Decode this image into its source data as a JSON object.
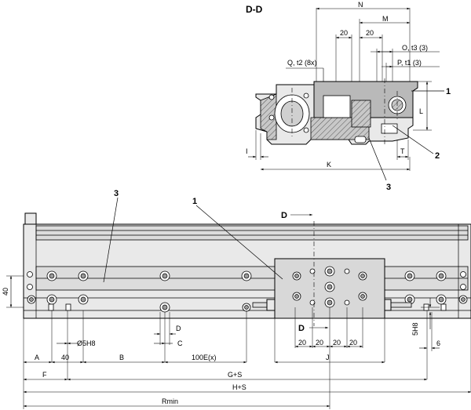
{
  "section": {
    "title": "D-D",
    "dims": {
      "N": "N",
      "M": "M",
      "twenty_a": "20",
      "twenty_b": "20",
      "O_t3": "O, t3 (3)",
      "P_t1": "P, t1 (3)",
      "Q_t2": "Q, t2 (8x)",
      "L": "L",
      "I": "I",
      "T": "T",
      "K": "K"
    },
    "callouts": {
      "one": "1",
      "two": "2",
      "three": "3"
    }
  },
  "main": {
    "callouts": {
      "one": "1",
      "three": "3"
    },
    "section_marks": {
      "top": "D",
      "bottom": "D"
    },
    "dims": {
      "forty_vert": "40",
      "A": "A",
      "forty": "40",
      "B": "B",
      "hundred_E": "100E(x)",
      "dia_5H8": "Ø5H8",
      "D": "D",
      "C": "C",
      "F": "F",
      "carriage_20s": [
        "20",
        "20",
        "20",
        "20"
      ],
      "J": "J",
      "five_H8": "5H8",
      "six": "6",
      "G_S": "G+S",
      "H_S": "H+S",
      "Rmin": "Rmin"
    }
  }
}
